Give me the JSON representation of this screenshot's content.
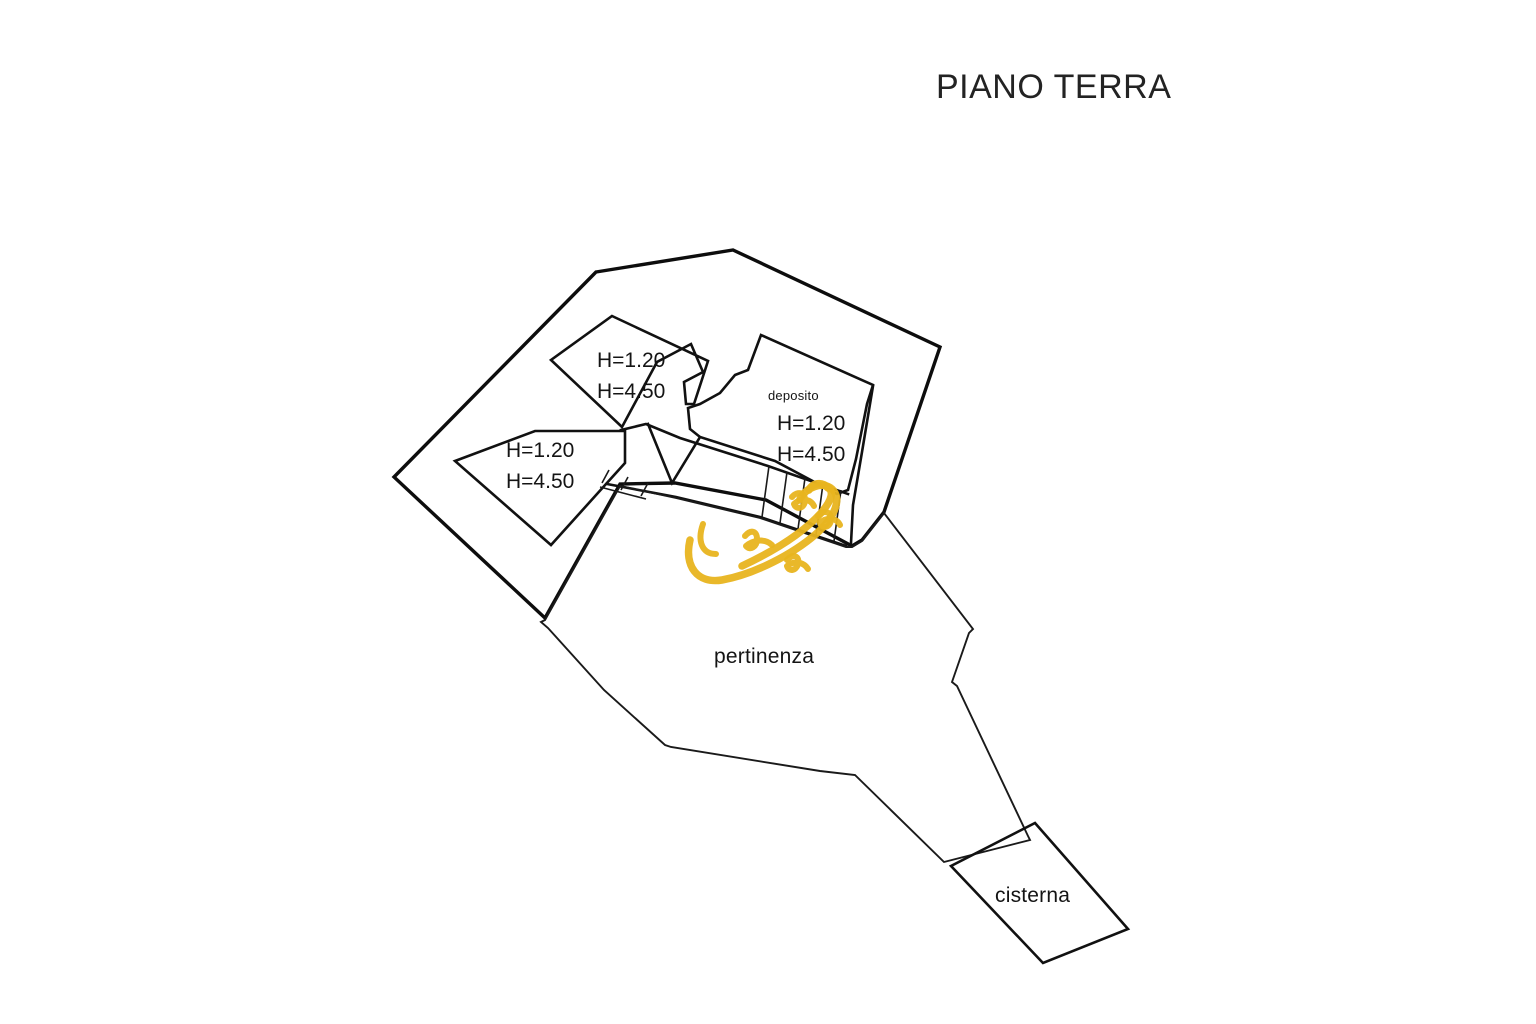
{
  "sheet": {
    "title": "PIANO TERRA",
    "background_color": "#ffffff",
    "line_color": "#111111",
    "marker_color": "#e8b41f"
  },
  "rooms": [
    {
      "id": "room-upper-left",
      "name": "",
      "heights": [
        "H=1.20",
        "H=4.50"
      ]
    },
    {
      "id": "room-lower-left",
      "name": "",
      "heights": [
        "H=1.20",
        "H=4.50"
      ]
    },
    {
      "id": "room-deposito",
      "name": "deposito",
      "heights": [
        "H=1.20",
        "H=4.50"
      ]
    },
    {
      "id": "area-pertinenza",
      "name": "pertinenza",
      "heights": []
    },
    {
      "id": "area-cisterna",
      "name": "cisterna",
      "heights": []
    }
  ],
  "labels": {
    "upper_left_h1": "H=1.20",
    "upper_left_h2": "H=4.50",
    "lower_left_h1": "H=1.20",
    "lower_left_h2": "H=4.50",
    "deposito_name": "deposito",
    "deposito_h1": "H=1.20",
    "deposito_h2": "H=4.50",
    "pertinenza": "pertinenza",
    "cisterna": "cisterna"
  },
  "annotation": {
    "type": "handwritten-marker-highlight",
    "color": "#e8b41f",
    "description": "yellow freehand marker scribble over the entrance/stair area"
  }
}
